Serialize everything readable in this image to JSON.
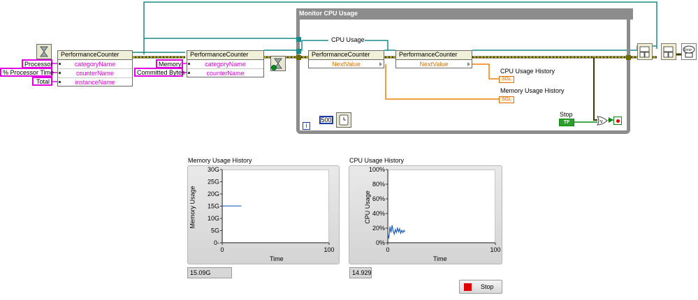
{
  "block_diagram": {
    "const_processor": "Processor",
    "const_pct_processor_time": "% Processor Time",
    "const_total": "Total",
    "const_memory": "Memory",
    "const_committed_bytes": "Committed Bytes",
    "node1": {
      "title": "PerformanceCounter",
      "rows": [
        "categoryName",
        "counterName",
        "instanceName"
      ]
    },
    "node2": {
      "title": "PerformanceCounter",
      "rows": [
        "categoryName",
        "counterName"
      ]
    },
    "node3": {
      "title": "PerformanceCounter",
      "rows": [
        "NextValue"
      ]
    },
    "node4": {
      "title": "PerformanceCounter",
      "rows": [
        "NextValue"
      ]
    },
    "loop_title": "Monitor CPU Usage",
    "cpu_usage_label": "CPU Usage",
    "cpu_history_label": "CPU Usage History",
    "mem_history_label": "Memory Usage History",
    "sgl_tag": "SGL",
    "stop_label": "Stop",
    "stop_tf": "TF",
    "wait_constant": "500",
    "loop_iter": "i",
    "error_icon_text": "Error"
  },
  "front_panel": {
    "memory_chart": {
      "title": "Memory Usage History",
      "ylabel": "Memory Usage",
      "xlabel": "Time",
      "indicator": "15.09G"
    },
    "cpu_chart": {
      "title": "CPU Usage History",
      "ylabel": "CPU Usage",
      "xlabel": "Time",
      "indicator": "14.929"
    },
    "stop_button_label": "Stop"
  },
  "chart_data": [
    {
      "type": "line",
      "title": "Memory Usage History",
      "xlabel": "Time",
      "ylabel": "Memory Usage",
      "xlim": [
        0,
        100
      ],
      "ylim": [
        0,
        30
      ],
      "x_ticks": [
        "0",
        "100"
      ],
      "y_ticks": [
        "0-",
        "5G",
        "10G",
        "15G",
        "20G",
        "25G",
        "30G"
      ],
      "series": [
        {
          "color": "#1f5fbf",
          "x": [
            0,
            18
          ],
          "y": [
            15.09,
            15.09
          ]
        }
      ]
    },
    {
      "type": "line",
      "title": "CPU Usage History",
      "xlabel": "Time",
      "ylabel": "CPU Usage",
      "xlim": [
        0,
        100
      ],
      "ylim": [
        0,
        100
      ],
      "x_ticks": [
        "0",
        "100"
      ],
      "y_ticks": [
        "0%",
        "20%",
        "40%",
        "60%",
        "80%",
        "100%"
      ],
      "series": [
        {
          "color": "#1f5fbf",
          "x": [
            0,
            1,
            2,
            3,
            4,
            5,
            6,
            7,
            8,
            9,
            10,
            11,
            12,
            13,
            14,
            15,
            16
          ],
          "y": [
            12,
            6,
            22,
            14,
            24,
            16,
            12,
            18,
            14,
            20,
            15,
            19,
            13,
            17,
            14,
            17,
            15
          ]
        }
      ]
    }
  ]
}
